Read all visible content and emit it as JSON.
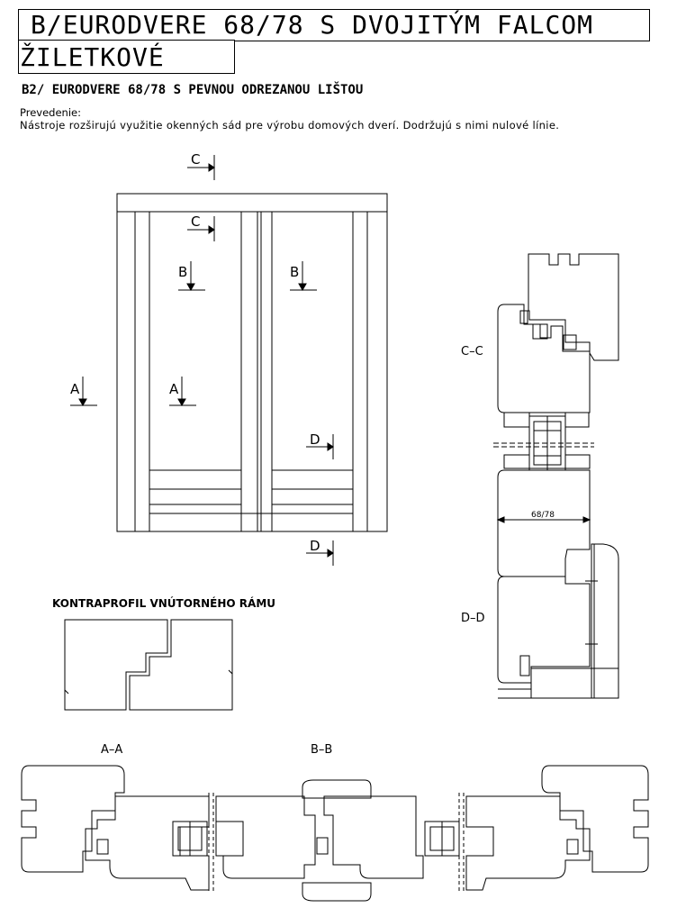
{
  "title": {
    "line1": "B/EURODVERE 68/78 S DVOJITÝM FALCOM",
    "line2": "ŽILETKOVÉ"
  },
  "subtitle": "B2/ EURODVERE 68/78 S PEVNOU ODREZANOU LIŠTOU",
  "description": {
    "label": "Prevedenie:",
    "text": "Nástroje rozširujú využitie okenných sád pre výrobu domových dverí. Dodržujú s nimi nulové línie."
  },
  "section_marks": {
    "c": "C",
    "b": "B",
    "a": "A",
    "d": "D"
  },
  "labels": {
    "cc": "C–C",
    "dd": "D–D",
    "aa": "A–A",
    "bb": "B–B",
    "dimension": "68/78",
    "kontraprofil": "KONTRAPROFIL VNÚTORNÉHO RÁMU"
  }
}
